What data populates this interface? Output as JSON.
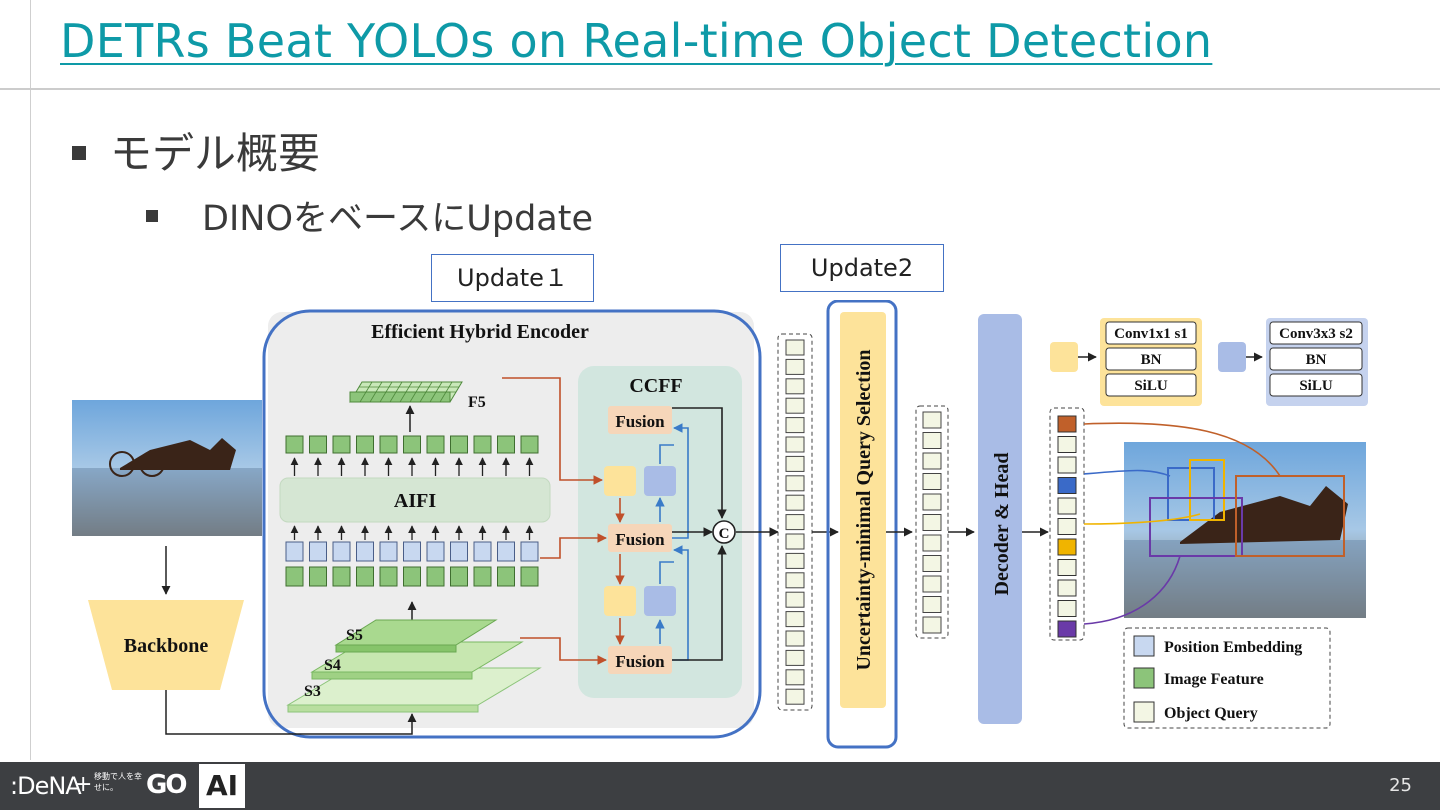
{
  "slide": {
    "title": "DETRs Beat YOLOs on Real-time Object Detection",
    "bullet_level1": "モデル概要",
    "bullet_level2": "DINOをベースにUpdate",
    "callout_update1": "Update１",
    "callout_update2": "Update2",
    "page_number": "25"
  },
  "diagram": {
    "encoder_title": "Efficient Hybrid Encoder",
    "ccff_title": "CCFF",
    "aifi_label": "AIFI",
    "f5_label": "F5",
    "fusion_label": "Fusion",
    "concat_symbol": "C",
    "s3_label": "S3",
    "s4_label": "S4",
    "s5_label": "S5",
    "backbone_label": "Backbone",
    "query_selection_label": "Uncertainty-minimal Query Selection",
    "decoder_label": "Decoder & Head",
    "conv1_label": "Conv1x1 s1",
    "conv3_label": "Conv3x3 s2",
    "bn_label": "BN",
    "silu_label": "SiLU",
    "legend": {
      "position_embedding": "Position Embedding",
      "image_feature": "Image Feature",
      "object_query": "Object Query"
    },
    "colors": {
      "accent_blue": "#4472c4",
      "green_feature": "#8cc47a",
      "blue_embedding": "#c8d8f0",
      "query_fill": "#f3f6e4",
      "yellow_block": "#fde39a",
      "decoder_blue": "#a9bce6",
      "arrow_red": "#c0502a"
    }
  },
  "footer": {
    "logo_dena": ":DeNA",
    "logo_plus": "+",
    "logo_small": "移動で人を幸せに。",
    "logo_go": "GO",
    "logo_ai": "AI"
  }
}
